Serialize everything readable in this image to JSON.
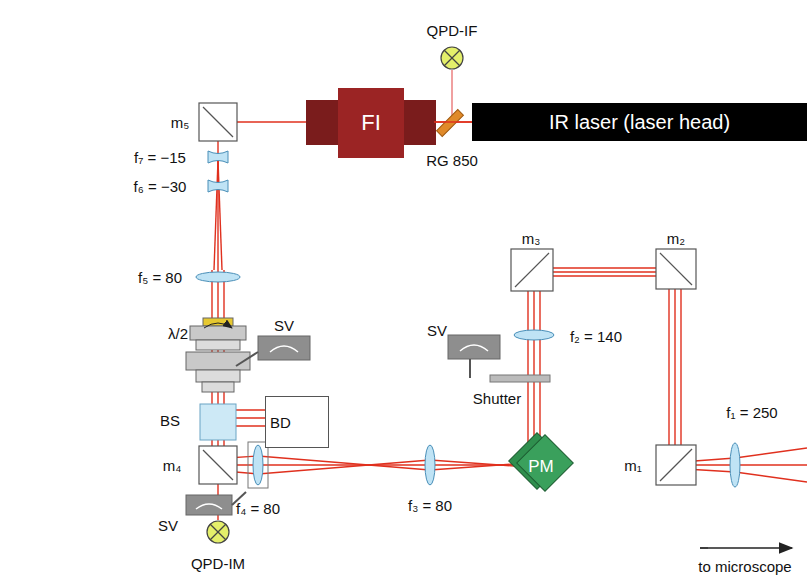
{
  "diagram": {
    "nodes": [
      {
        "text": [
          "IR laser (laser head)"
        ]
      },
      {
        "text": [
          "FI"
        ]
      },
      {
        "text": [
          "BD"
        ]
      },
      {
        "text": [
          "PM"
        ]
      }
    ],
    "edges": [
      {
        "from": 0,
        "to": 1,
        "arrow": "none"
      }
    ],
    "labels": [
      "QPD-IF",
      "m₅",
      "RG 850",
      "f₇ = −15",
      "f₆ = −30",
      "f₅ = 80",
      "λ/2",
      "SV",
      "BS",
      "m₄",
      "SV",
      "QPD-IM",
      "f₄ = 80",
      "f₃ = 80",
      "m₃",
      "SV",
      "f₂ = 140",
      "Shutter",
      "m₂",
      "m₁",
      "f₁ = 250",
      "to microscope"
    ]
  }
}
